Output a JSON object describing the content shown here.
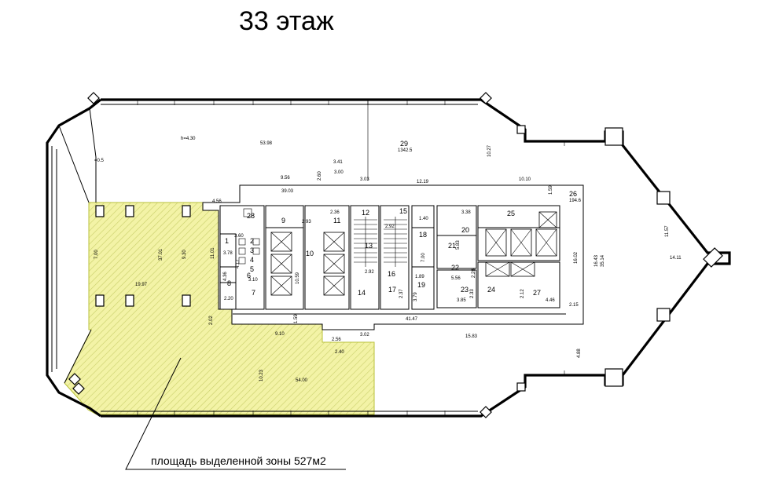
{
  "title": "33 этаж",
  "caption": "площадь выделенной зоны 527м2",
  "colors": {
    "highlight_fill": "#f3f3a6",
    "highlight_stroke": "#b9c23a",
    "hatch": "#c9cf6a",
    "wall": "#000000"
  },
  "rooms": {
    "r1": "1",
    "r2": "2",
    "r3": "3",
    "r4": "4",
    "r5": "5",
    "r6": "6",
    "r7": "7",
    "r8": "8",
    "r9": "9",
    "r10": "10",
    "r11": "11",
    "r12": "12",
    "r13": "13",
    "r14": "14",
    "r15": "15",
    "r16": "16",
    "r17": "17",
    "r18": "18",
    "r19": "19",
    "r20": "20",
    "r21": "21",
    "r22": "22",
    "r23": "23",
    "r24": "24",
    "r25": "25",
    "r26": "26",
    "r27": "27",
    "r28": "28",
    "r29": "29"
  },
  "dims": {
    "h430": "h=4.30",
    "d5398": "53.98",
    "d341": "3.41",
    "d300": "3.00",
    "d1342": "1342.5",
    "d1027": "10.27",
    "d956": "9.56",
    "d260": "2.60",
    "d303": "3.03",
    "d1219": "12.19",
    "d1010": "10.10",
    "d3903": "39.03",
    "d159": "1.59",
    "d1946": "194.6",
    "d456": "4.56",
    "d360": "3.60",
    "d293": "2.93",
    "d236": "2.36",
    "d592": "2.92",
    "d140": "1.40",
    "d338": "3.38",
    "d583": "5.83",
    "d700": "7.00",
    "d1602": "16.02",
    "d1643": "16.43",
    "d3514": "35.14",
    "d1157": "11.57",
    "d1411": "14.11",
    "d3701": "37.01",
    "d930": "9.30",
    "d1101": "11.01",
    "d1997": "19.97",
    "d378": "3.78",
    "d417": "4.17",
    "d436": "4.36",
    "d310": "3.10",
    "d220": "2.20",
    "d1059": "10.59",
    "d266": "2.92",
    "d189": "1.89",
    "d556": "5.56",
    "d228": "2.28",
    "d379": "3.79",
    "d237": "2.37",
    "d385": "3.85",
    "d233": "2.33",
    "d212": "2.12",
    "d446": "4.46",
    "d215": "2.15",
    "d4147": "41.47",
    "d202": "2.02",
    "d910": "9.10",
    "d256": "2.56",
    "d302": "3.02",
    "d1583": "15.83",
    "d488": "4.88",
    "d240": "2.40",
    "d1023": "10.23",
    "d5400": "54.00",
    "d05": "=0.5",
    "d700b": "7.00"
  }
}
